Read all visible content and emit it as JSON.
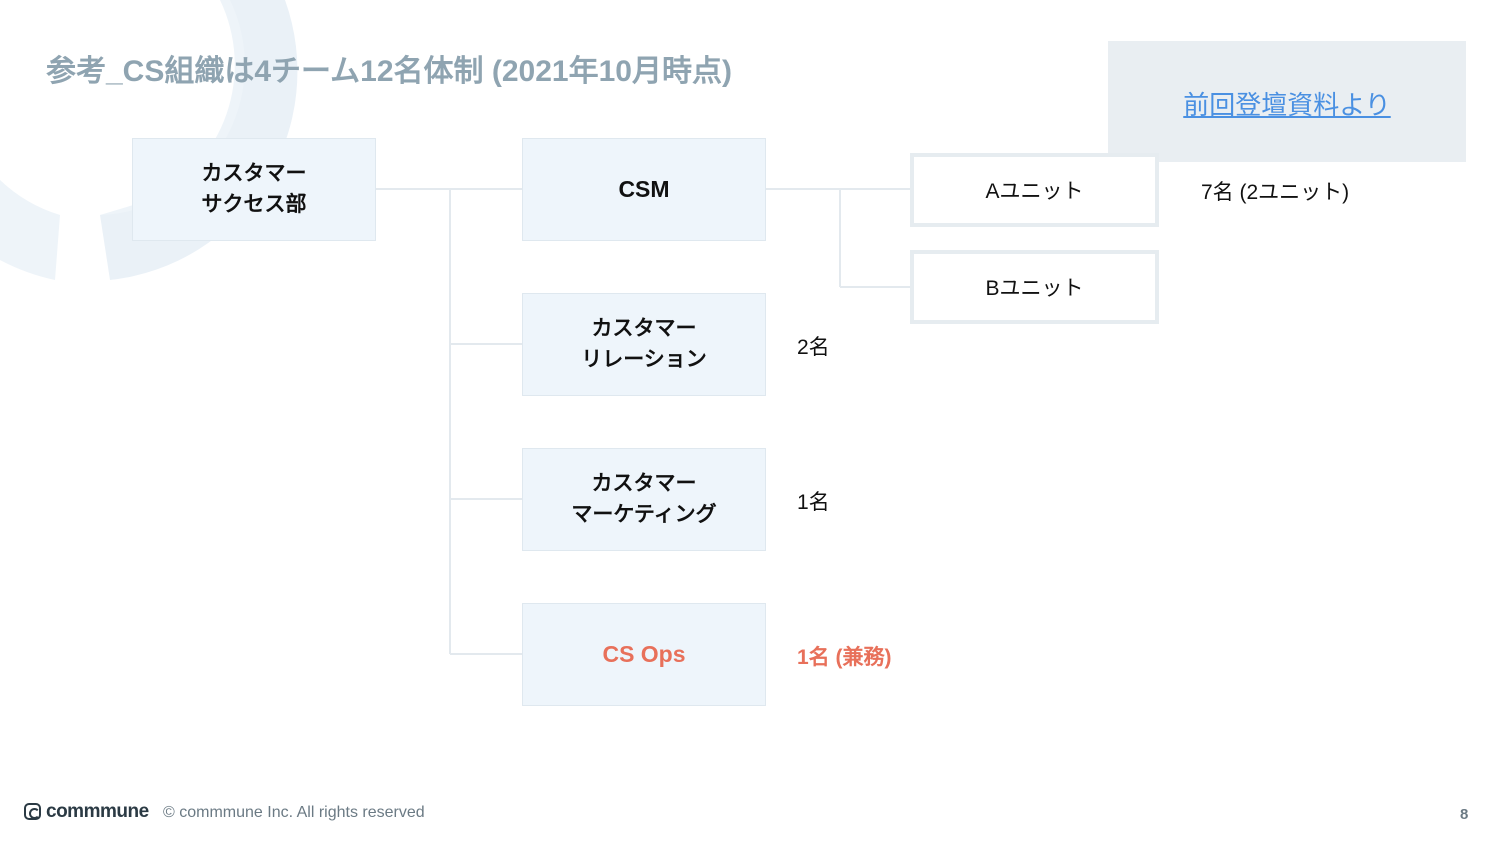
{
  "slide": {
    "title": "参考_CS組織は4チーム12名体制 (2021年10月時点)",
    "note_link": "前回登壇資料より"
  },
  "org": {
    "root": "カスタマー\nサクセス部",
    "teams": [
      {
        "label": "CSM",
        "count": "7名 (2ユニット)"
      },
      {
        "label": "カスタマー\nリレーション",
        "count": "2名"
      },
      {
        "label": "カスタマー\nマーケティング",
        "count": "1名"
      },
      {
        "label": "CS Ops",
        "count": "1名 (兼務)"
      }
    ],
    "units": [
      "Aユニット",
      "Bユニット"
    ]
  },
  "footer": {
    "brand": "commmune",
    "copyright": "© commmune Inc. All rights reserved",
    "page_number": "8"
  },
  "colors": {
    "title": "#8fa4b1",
    "link": "#4a90e2",
    "ops_accent": "#e8705a",
    "node_fill": "#eef5fb"
  },
  "icons": [
    "commmune-logo-icon"
  ]
}
